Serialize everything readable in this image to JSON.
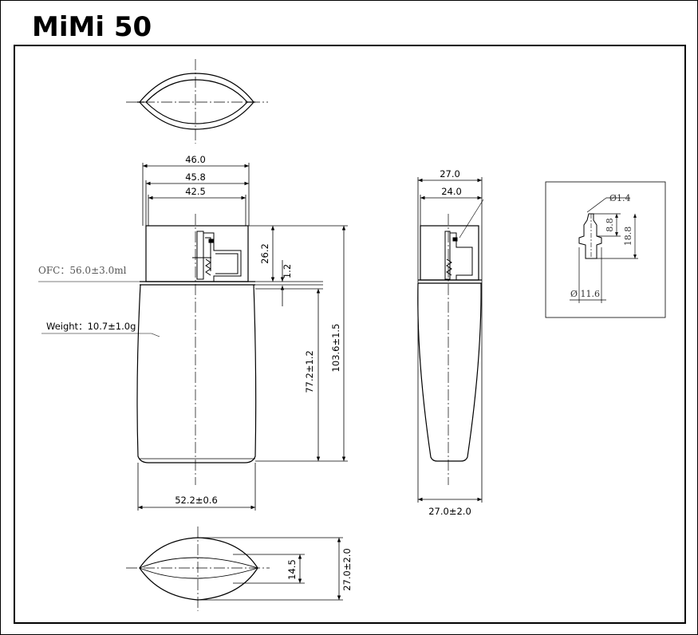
{
  "title": "MiMi 50",
  "labels": {
    "top_width_1": "46.0",
    "top_width_2": "45.8",
    "top_width_3": "42.5",
    "cap_height": "26.2",
    "gap_height": "1.2",
    "body_height": "77.2±1.2",
    "total_height": "103.6±1.5",
    "ofc": "OFC：56.0±3.0ml",
    "weight": "Weight：10.7±1.0g",
    "bottom_width": "52.2±0.6",
    "side_cap_width": "27.0",
    "side_inner_width": "24.0",
    "side_depth": "27.0±2.0",
    "bottom_section_inner": "14.5",
    "bottom_section_outer": "27.0±2.0",
    "detail_orifice": "Ø1.4",
    "detail_h1": "8.8",
    "detail_h2": "18.8",
    "detail_diameter": "Ø 11.6"
  }
}
